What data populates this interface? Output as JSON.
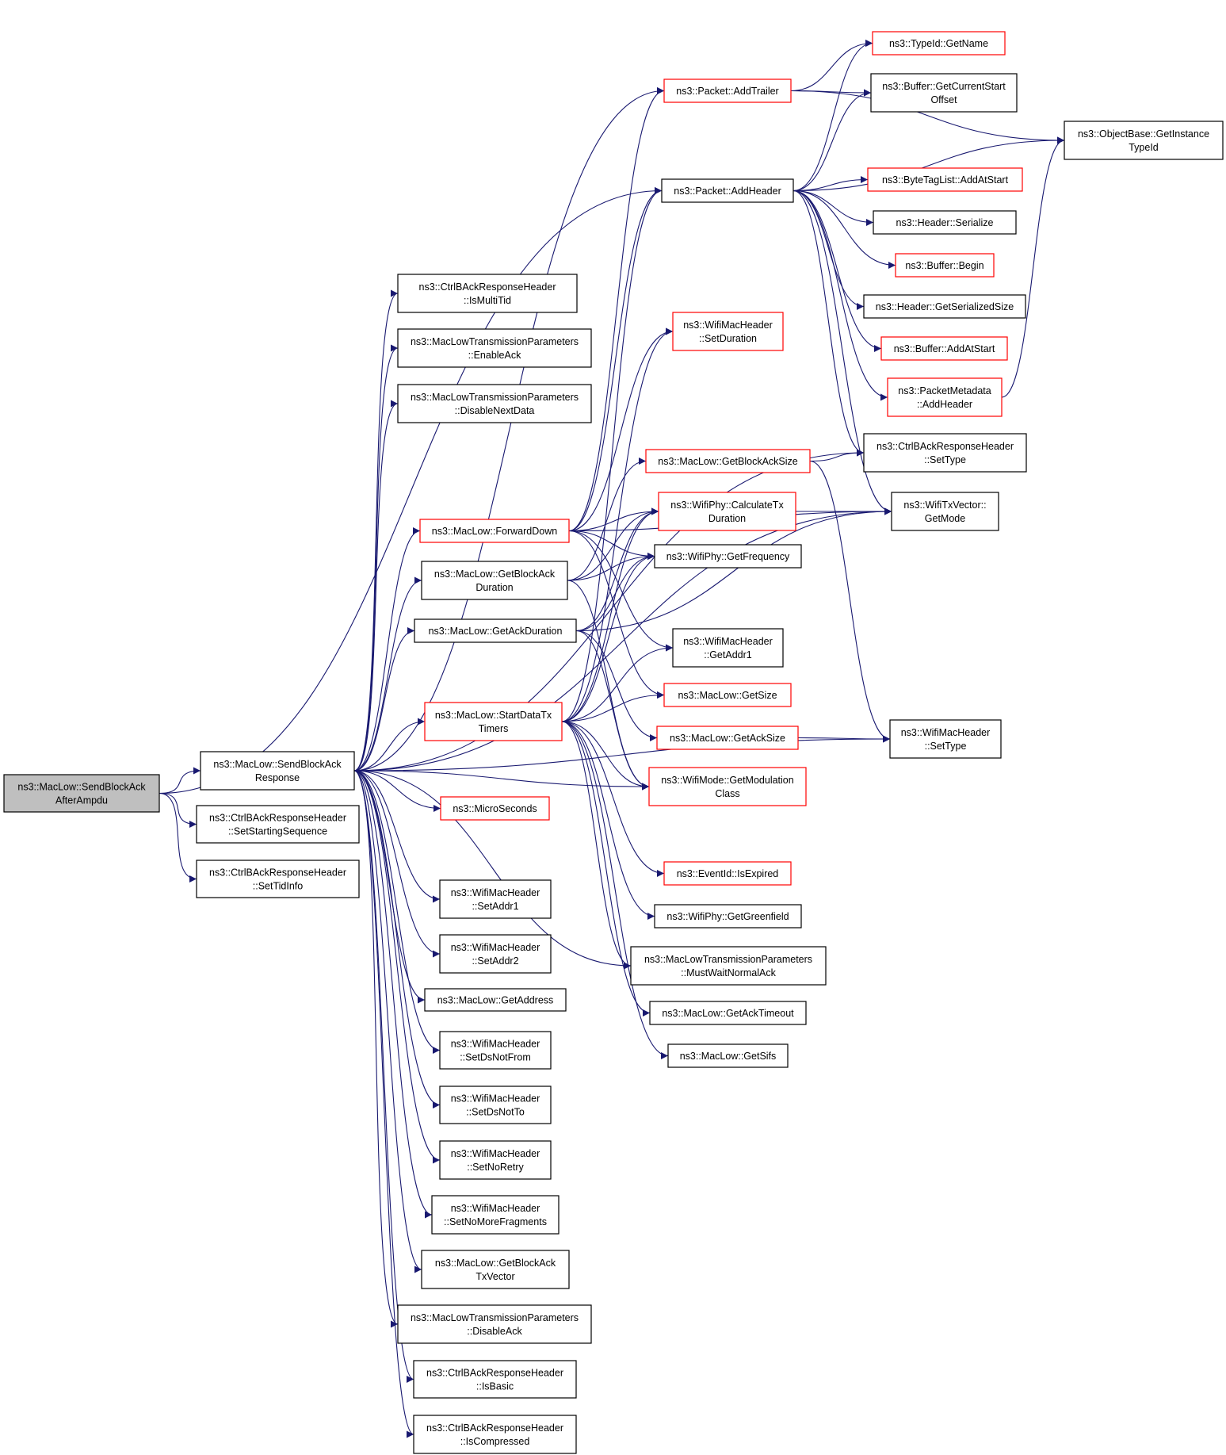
{
  "colors": {
    "edge": "#191970",
    "normal_border": "#000000",
    "truncated_border": "#ff0000",
    "root_fill": "#bfbfbf",
    "node_fill": "#ffffff"
  },
  "nodes": [
    {
      "id": "root",
      "lines": [
        "ns3::MacLow::SendBlockAck",
        "AfterAmpdu"
      ],
      "style": "root"
    },
    {
      "id": "sbar",
      "lines": [
        "ns3::MacLow::SendBlockAck",
        "Response"
      ],
      "style": "normal"
    },
    {
      "id": "setseq",
      "lines": [
        "ns3::CtrlBAckResponseHeader",
        "::SetStartingSequence"
      ],
      "style": "normal"
    },
    {
      "id": "settid",
      "lines": [
        "ns3::CtrlBAckResponseHeader",
        "::SetTidInfo"
      ],
      "style": "normal"
    },
    {
      "id": "ismulti",
      "lines": [
        "ns3::CtrlBAckResponseHeader",
        "::IsMultiTid"
      ],
      "style": "normal"
    },
    {
      "id": "enableack",
      "lines": [
        "ns3::MacLowTransmissionParameters",
        "::EnableAck"
      ],
      "style": "normal"
    },
    {
      "id": "disnext",
      "lines": [
        "ns3::MacLowTransmissionParameters",
        "::DisableNextData"
      ],
      "style": "normal"
    },
    {
      "id": "fwd",
      "lines": [
        "ns3::MacLow::ForwardDown"
      ],
      "style": "truncated"
    },
    {
      "id": "gbad",
      "lines": [
        "ns3::MacLow::GetBlockAck",
        "Duration"
      ],
      "style": "normal"
    },
    {
      "id": "gad",
      "lines": [
        "ns3::MacLow::GetAckDuration"
      ],
      "style": "normal"
    },
    {
      "id": "sdtt",
      "lines": [
        "ns3::MacLow::StartDataTx",
        "Timers"
      ],
      "style": "truncated"
    },
    {
      "id": "micro",
      "lines": [
        "ns3::MicroSeconds"
      ],
      "style": "truncated"
    },
    {
      "id": "sa1",
      "lines": [
        "ns3::WifiMacHeader",
        "::SetAddr1"
      ],
      "style": "normal"
    },
    {
      "id": "sa2",
      "lines": [
        "ns3::WifiMacHeader",
        "::SetAddr2"
      ],
      "style": "normal"
    },
    {
      "id": "getaddr",
      "lines": [
        "ns3::MacLow::GetAddress"
      ],
      "style": "normal"
    },
    {
      "id": "sdnf",
      "lines": [
        "ns3::WifiMacHeader",
        "::SetDsNotFrom"
      ],
      "style": "normal"
    },
    {
      "id": "sdnt",
      "lines": [
        "ns3::WifiMacHeader",
        "::SetDsNotTo"
      ],
      "style": "normal"
    },
    {
      "id": "snr",
      "lines": [
        "ns3::WifiMacHeader",
        "::SetNoRetry"
      ],
      "style": "normal"
    },
    {
      "id": "snmf",
      "lines": [
        "ns3::WifiMacHeader",
        "::SetNoMoreFragments"
      ],
      "style": "normal"
    },
    {
      "id": "gbatv",
      "lines": [
        "ns3::MacLow::GetBlockAck",
        "TxVector"
      ],
      "style": "normal"
    },
    {
      "id": "disack",
      "lines": [
        "ns3::MacLowTransmissionParameters",
        "::DisableAck"
      ],
      "style": "normal"
    },
    {
      "id": "isbasic",
      "lines": [
        "ns3::CtrlBAckResponseHeader",
        "::IsBasic"
      ],
      "style": "normal"
    },
    {
      "id": "iscomp",
      "lines": [
        "ns3::CtrlBAckResponseHeader",
        "::IsCompressed"
      ],
      "style": "normal"
    },
    {
      "id": "addtrailer",
      "lines": [
        "ns3::Packet::AddTrailer"
      ],
      "style": "truncated"
    },
    {
      "id": "addheader",
      "lines": [
        "ns3::Packet::AddHeader"
      ],
      "style": "normal"
    },
    {
      "id": "setdur",
      "lines": [
        "ns3::WifiMacHeader",
        "::SetDuration"
      ],
      "style": "truncated"
    },
    {
      "id": "gbas",
      "lines": [
        "ns3::MacLow::GetBlockAckSize"
      ],
      "style": "truncated"
    },
    {
      "id": "calctx",
      "lines": [
        "ns3::WifiPhy::CalculateTx",
        "Duration"
      ],
      "style": "truncated"
    },
    {
      "id": "getfreq",
      "lines": [
        "ns3::WifiPhy::GetFrequency"
      ],
      "style": "normal"
    },
    {
      "id": "getaddr1",
      "lines": [
        "ns3::WifiMacHeader",
        "::GetAddr1"
      ],
      "style": "normal"
    },
    {
      "id": "getsize",
      "lines": [
        "ns3::MacLow::GetSize"
      ],
      "style": "truncated"
    },
    {
      "id": "getacksize",
      "lines": [
        "ns3::MacLow::GetAckSize"
      ],
      "style": "truncated"
    },
    {
      "id": "gmc",
      "lines": [
        "ns3::WifiMode::GetModulation",
        "Class"
      ],
      "style": "truncated"
    },
    {
      "id": "isexp",
      "lines": [
        "ns3::EventId::IsExpired"
      ],
      "style": "truncated"
    },
    {
      "id": "getgf",
      "lines": [
        "ns3::WifiPhy::GetGreenfield"
      ],
      "style": "normal"
    },
    {
      "id": "mwna",
      "lines": [
        "ns3::MacLowTransmissionParameters",
        "::MustWaitNormalAck"
      ],
      "style": "normal"
    },
    {
      "id": "gat",
      "lines": [
        "ns3::MacLow::GetAckTimeout"
      ],
      "style": "normal"
    },
    {
      "id": "gsifs",
      "lines": [
        "ns3::MacLow::GetSifs"
      ],
      "style": "normal"
    },
    {
      "id": "getname",
      "lines": [
        "ns3::TypeId::GetName"
      ],
      "style": "truncated"
    },
    {
      "id": "gcso",
      "lines": [
        "ns3::Buffer::GetCurrentStart",
        "Offset"
      ],
      "style": "normal"
    },
    {
      "id": "obgit",
      "lines": [
        "ns3::ObjectBase::GetInstance",
        "TypeId"
      ],
      "style": "normal"
    },
    {
      "id": "btlaas",
      "lines": [
        "ns3::ByteTagList::AddAtStart"
      ],
      "style": "truncated"
    },
    {
      "id": "hser",
      "lines": [
        "ns3::Header::Serialize"
      ],
      "style": "normal"
    },
    {
      "id": "bbegin",
      "lines": [
        "ns3::Buffer::Begin"
      ],
      "style": "truncated"
    },
    {
      "id": "hgss",
      "lines": [
        "ns3::Header::GetSerializedSize"
      ],
      "style": "normal"
    },
    {
      "id": "baas",
      "lines": [
        "ns3::Buffer::AddAtStart"
      ],
      "style": "truncated"
    },
    {
      "id": "pmah",
      "lines": [
        "ns3::PacketMetadata",
        "::AddHeader"
      ],
      "style": "truncated"
    },
    {
      "id": "cbst",
      "lines": [
        "ns3::CtrlBAckResponseHeader",
        "::SetType"
      ],
      "style": "normal"
    },
    {
      "id": "txgm",
      "lines": [
        "ns3::WifiTxVector::",
        "GetMode"
      ],
      "style": "normal"
    },
    {
      "id": "wmst",
      "lines": [
        "ns3::WifiMacHeader",
        "::SetType"
      ],
      "style": "normal"
    }
  ],
  "edges": [
    [
      "root",
      "sbar"
    ],
    [
      "root",
      "setseq"
    ],
    [
      "root",
      "settid"
    ],
    [
      "root",
      "addheader"
    ],
    [
      "sbar",
      "ismulti"
    ],
    [
      "sbar",
      "enableack"
    ],
    [
      "sbar",
      "disnext"
    ],
    [
      "sbar",
      "fwd"
    ],
    [
      "sbar",
      "gbad"
    ],
    [
      "sbar",
      "gad"
    ],
    [
      "sbar",
      "sdtt"
    ],
    [
      "sbar",
      "micro"
    ],
    [
      "sbar",
      "sa1"
    ],
    [
      "sbar",
      "sa2"
    ],
    [
      "sbar",
      "getaddr"
    ],
    [
      "sbar",
      "sdnf"
    ],
    [
      "sbar",
      "sdnt"
    ],
    [
      "sbar",
      "snr"
    ],
    [
      "sbar",
      "snmf"
    ],
    [
      "sbar",
      "gbatv"
    ],
    [
      "sbar",
      "disack"
    ],
    [
      "sbar",
      "isbasic"
    ],
    [
      "sbar",
      "iscomp"
    ],
    [
      "sbar",
      "addtrailer"
    ],
    [
      "sbar",
      "txgm"
    ],
    [
      "sbar",
      "cbst"
    ],
    [
      "sbar",
      "mwna"
    ],
    [
      "sbar",
      "gmc"
    ],
    [
      "sbar",
      "wmst"
    ],
    [
      "fwd",
      "addtrailer"
    ],
    [
      "fwd",
      "addheader"
    ],
    [
      "fwd",
      "setdur"
    ],
    [
      "fwd",
      "calctx"
    ],
    [
      "fwd",
      "getfreq"
    ],
    [
      "fwd",
      "getaddr1"
    ],
    [
      "fwd",
      "getsize"
    ],
    [
      "fwd",
      "txgm"
    ],
    [
      "gbad",
      "calctx"
    ],
    [
      "gbad",
      "getfreq"
    ],
    [
      "gbad",
      "gbas"
    ],
    [
      "gbad",
      "gmc"
    ],
    [
      "gad",
      "calctx"
    ],
    [
      "gad",
      "getfreq"
    ],
    [
      "gad",
      "getacksize"
    ],
    [
      "gad",
      "gmc"
    ],
    [
      "gad",
      "txgm"
    ],
    [
      "sdtt",
      "addheader"
    ],
    [
      "sdtt",
      "setdur"
    ],
    [
      "sdtt",
      "calctx"
    ],
    [
      "sdtt",
      "getaddr1"
    ],
    [
      "sdtt",
      "getsize"
    ],
    [
      "sdtt",
      "gmc"
    ],
    [
      "sdtt",
      "isexp"
    ],
    [
      "sdtt",
      "getgf"
    ],
    [
      "sdtt",
      "mwna"
    ],
    [
      "sdtt",
      "gat"
    ],
    [
      "sdtt",
      "gsifs"
    ],
    [
      "sdtt",
      "getfreq"
    ],
    [
      "addtrailer",
      "getname"
    ],
    [
      "addtrailer",
      "gcso"
    ],
    [
      "addtrailer",
      "obgit"
    ],
    [
      "addheader",
      "getname"
    ],
    [
      "addheader",
      "gcso"
    ],
    [
      "addheader",
      "obgit"
    ],
    [
      "addheader",
      "btlaas"
    ],
    [
      "addheader",
      "hser"
    ],
    [
      "addheader",
      "bbegin"
    ],
    [
      "addheader",
      "hgss"
    ],
    [
      "addheader",
      "baas"
    ],
    [
      "addheader",
      "pmah"
    ],
    [
      "addheader",
      "cbst"
    ],
    [
      "addheader",
      "txgm"
    ],
    [
      "gbas",
      "cbst"
    ],
    [
      "gbas",
      "wmst"
    ],
    [
      "calctx",
      "txgm"
    ],
    [
      "getacksize",
      "wmst"
    ],
    [
      "pmah",
      "obgit"
    ]
  ]
}
